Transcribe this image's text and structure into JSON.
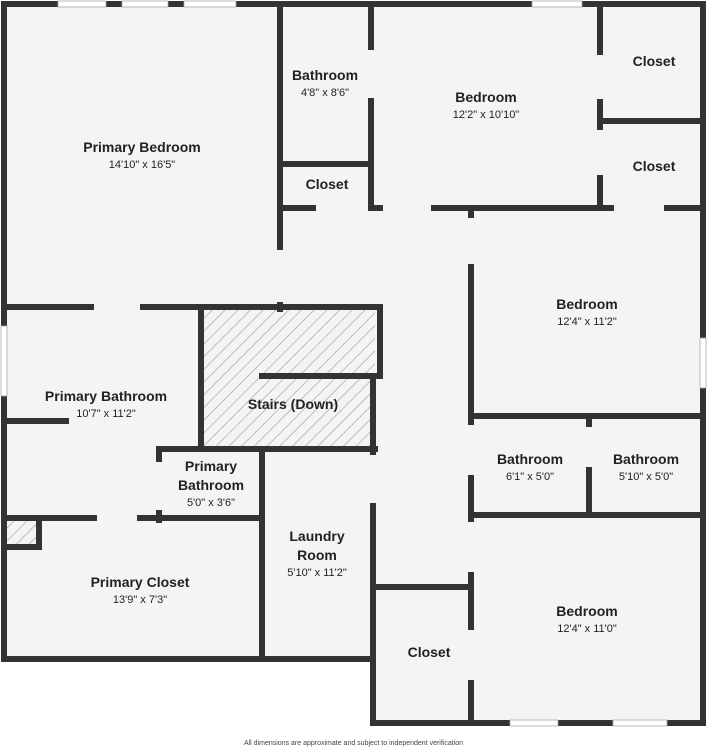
{
  "colors": {
    "floor": "#f4f4f4",
    "wall": "#333333",
    "opening": "#ffffff",
    "hatch": "#9a9a9a",
    "text": "#222222"
  },
  "rooms": {
    "primary_bedroom": {
      "name": "Primary Bedroom",
      "dims": "14'10\" x 16'5\""
    },
    "bathroom_top": {
      "name": "Bathroom",
      "dims": "4'8\" x 8'6\""
    },
    "closet_mid": {
      "name": "Closet"
    },
    "bedroom_top": {
      "name": "Bedroom",
      "dims": "12'2\" x 10'10\""
    },
    "closet_top_right": {
      "name": "Closet"
    },
    "closet_right_mid": {
      "name": "Closet"
    },
    "bedroom_right": {
      "name": "Bedroom",
      "dims": "12'4\" x 11'2\""
    },
    "primary_bathroom": {
      "name": "Primary Bathroom",
      "dims": "10'7\" x 11'2\""
    },
    "stairs": {
      "name": "Stairs (Down)"
    },
    "primary_bathroom_small": {
      "name_line1": "Primary",
      "name_line2": "Bathroom",
      "dims": "5'0\" x 3'6\""
    },
    "bathroom_a": {
      "name": "Bathroom",
      "dims": "6'1\" x 5'0\""
    },
    "bathroom_b": {
      "name": "Bathroom",
      "dims": "5'10\" x 5'0\""
    },
    "primary_closet": {
      "name": "Primary Closet",
      "dims": "13'9\" x 7'3\""
    },
    "laundry": {
      "name_line1": "Laundry",
      "name_line2": "Room",
      "dims": "5'10\" x 11'2\""
    },
    "closet_bottom": {
      "name": "Closet"
    },
    "bedroom_bottom": {
      "name": "Bedroom",
      "dims": "12'4\" x 11'0\""
    }
  },
  "footer": {
    "note": "All dimensions are approximate and subject to independent verification"
  }
}
